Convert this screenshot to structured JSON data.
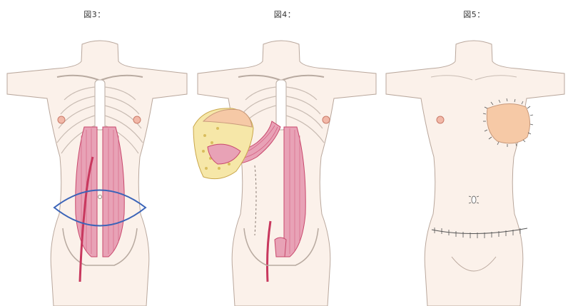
{
  "figures": [
    {
      "label": "図3："
    },
    {
      "label": "図4："
    },
    {
      "label": "図5："
    }
  ],
  "colors": {
    "skin": "#fbf1ea",
    "skin_outline": "#b9a79c",
    "muscle": "#e8a2b6",
    "muscle_stripe": "#d66384",
    "muscle_edge": "#c8486c",
    "vessel": "#c8385e",
    "incision": "#3b64b8",
    "fat": "#f6e7a8",
    "fat_dot": "#d9bd5d",
    "flap": "#f6c9a6",
    "sutures": "#555555",
    "bone": "#ffffff",
    "bone_outline": "#b8aaa0"
  }
}
